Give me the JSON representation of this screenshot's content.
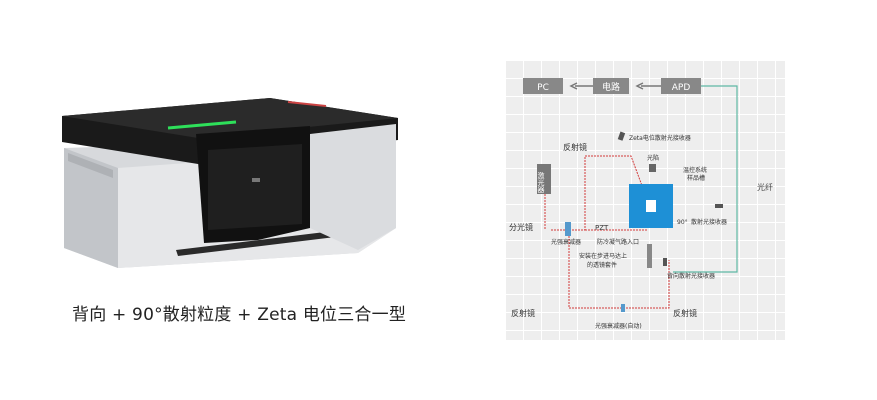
{
  "caption": "背向 + 90°散射粒度 + Zeta 电位三合一型",
  "diagram": {
    "boxes": {
      "pc": "PC",
      "circuit": "电路",
      "apd": "APD"
    },
    "labels": {
      "zeta_receiver": "Zeta电位散射光接收器",
      "reflector_top": "反射镜",
      "trap": "光陷",
      "temp_sample": "温控系统",
      "temp_sample2": "样品槽",
      "laser": "激光器",
      "fiber": "光纤",
      "splitter": "分光镜",
      "pzt": "PZT",
      "attenuator": "光强衰减器",
      "anti_condense": "防冷凝气路入口",
      "ninety": "90°",
      "ninety_receiver": "散射光接收器",
      "stepper1": "安装在步进马达上",
      "stepper2": "的透镜套件",
      "back_receiver": "背向散射光接收器",
      "reflector_bl": "反射镜",
      "reflector_br": "反射镜",
      "auto_attenuator": "光强衰减器(自动)"
    }
  },
  "colors": {
    "grid_bg": "#f0f0f0",
    "grid_line": "#ffffff",
    "box": "#888888",
    "laser_path": "#d23a3a",
    "fiber": "#5fb8a4",
    "cuvette": "#1e90d6",
    "instrument_body": "#cfd2d6",
    "instrument_top": "#1c1c1c",
    "accent_green": "#2ee05a"
  }
}
